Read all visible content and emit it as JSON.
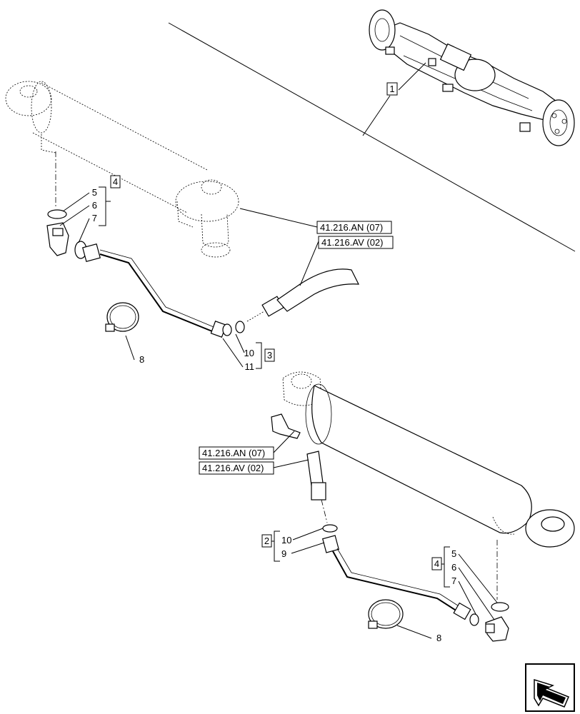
{
  "callouts": {
    "top_item": "1",
    "group_4_top": "4",
    "group_3": "3",
    "group_2": "2",
    "group_4_bottom": "4",
    "top_5": "5",
    "top_6": "6",
    "top_7": "7",
    "top_8": "8",
    "top_10": "10",
    "top_11": "11",
    "bot_10": "10",
    "bot_9": "9",
    "bot_5": "5",
    "bot_6": "6",
    "bot_7": "7",
    "bot_8": "8"
  },
  "references": {
    "ref_top_an": "41.216.AN (07)",
    "ref_top_av": "41.216.AV (02)",
    "ref_bot_an": "41.216.AN (07)",
    "ref_bot_av": "41.216.AV (02)"
  },
  "nav": {
    "icon": "arrow-back-icon"
  }
}
